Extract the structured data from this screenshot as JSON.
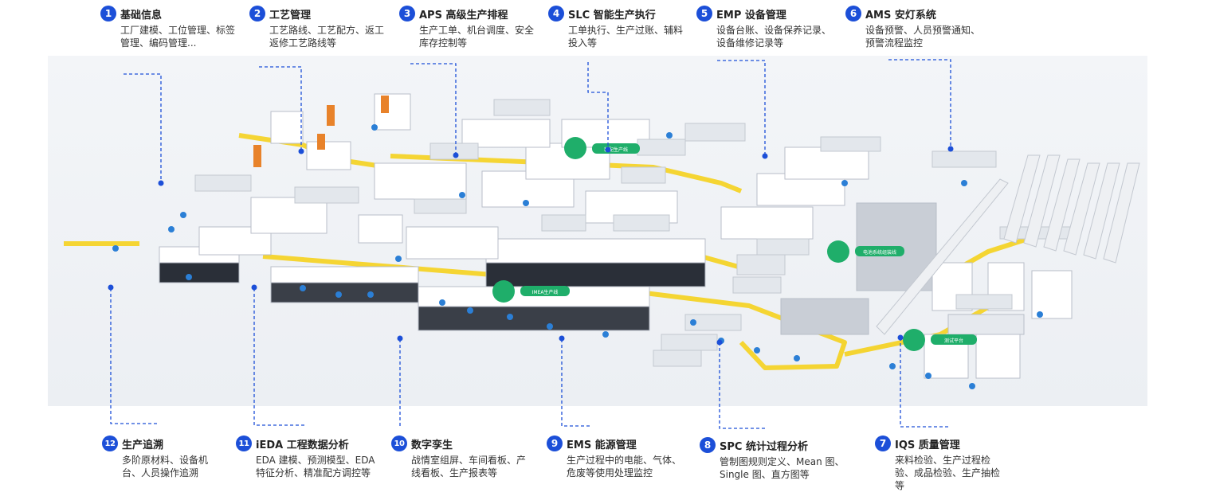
{
  "callouts": [
    {
      "num": "1",
      "title": "基础信息",
      "desc": "工厂建模、工位管理、标签管理、编码管理..."
    },
    {
      "num": "2",
      "title": "工艺管理",
      "desc": "工艺路线、工艺配方、返工返修工艺路线等"
    },
    {
      "num": "3",
      "title": "APS 高级生产排程",
      "desc": "生产工单、机台调度、安全库存控制等"
    },
    {
      "num": "4",
      "title": "SLC 智能生产执行",
      "desc": "工单执行、生产过账、辅料投入等"
    },
    {
      "num": "5",
      "title": "EMP 设备管理",
      "desc": "设备台账、设备保养记录、设备维修记录等"
    },
    {
      "num": "6",
      "title": "AMS 安灯系统",
      "desc": "设备预警、人员预警通知、预警流程监控"
    },
    {
      "num": "12",
      "title": "生产追溯",
      "desc": "多阶原材料、设备机台、人员操作追溯"
    },
    {
      "num": "11",
      "title": "iEDA 工程数据分析",
      "desc": "EDA 建模、预测模型、EDA 特征分析、精准配方调控等"
    },
    {
      "num": "10",
      "title": "数字孪生",
      "desc": "战情室组屏、车间看板、产线看板、生产报表等"
    },
    {
      "num": "9",
      "title": "EMS 能源管理",
      "desc": "生产过程中的电能、气体、危废等使用处理监控"
    },
    {
      "num": "8",
      "title": "SPC 统计过程分析",
      "desc": "管制图规则定义、Mean 图、Single 图、直方图等"
    },
    {
      "num": "7",
      "title": "IQS 质量管理",
      "desc": "来料检验、生产过程检验、成品检验、生产抽检等"
    }
  ],
  "scene_labels": {
    "line_a": "装配生产线",
    "line_b": "IMEA生产线",
    "line_c": "电池系统组装线",
    "line_d": "测试平台"
  },
  "colors": {
    "badge": "#1c4fd8",
    "leader": "#1c4fd8",
    "belt": "#f5d21e",
    "accent_green": "#1fae6a"
  }
}
